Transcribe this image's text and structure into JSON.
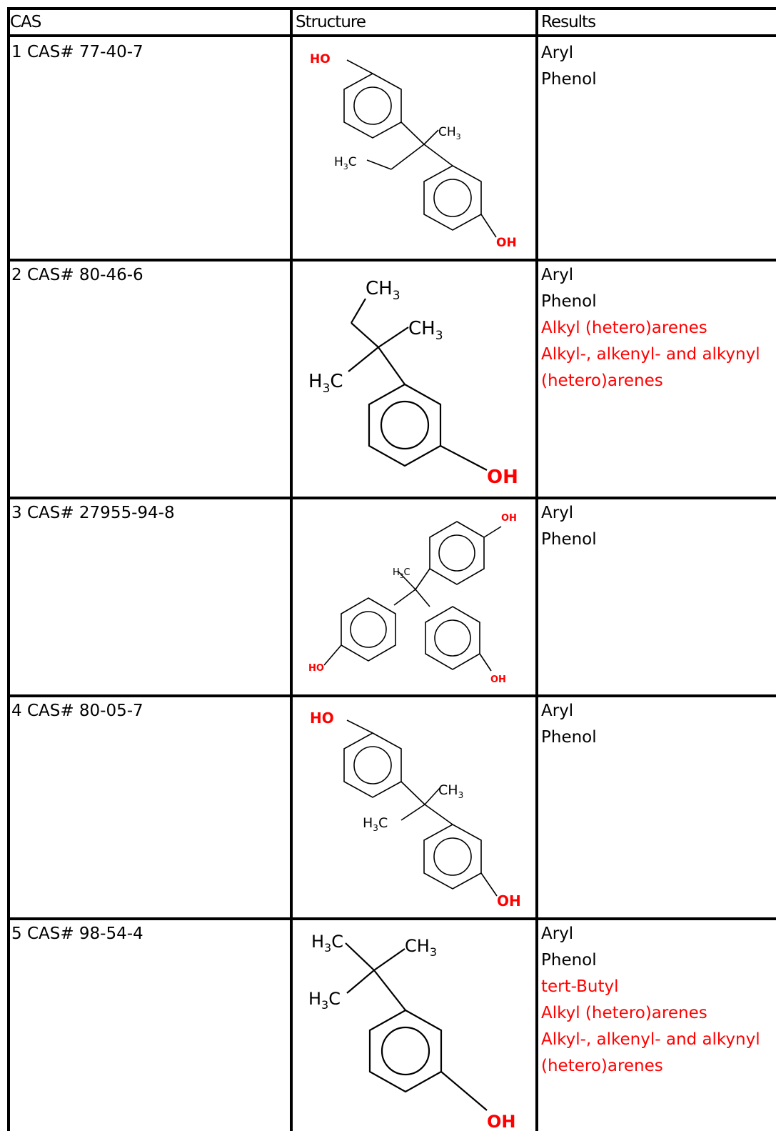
{
  "table": {
    "headers": {
      "cas": "CAS",
      "structure": "Structure",
      "results": "Results"
    },
    "rows": [
      {
        "cas": "1 CAS# 77-40-7",
        "results": [
          {
            "text": "Aryl",
            "flagged": false
          },
          {
            "text": "Phenol",
            "flagged": false
          }
        ]
      },
      {
        "cas": "2 CAS# 80-46-6",
        "results": [
          {
            "text": "Aryl",
            "flagged": false
          },
          {
            "text": "Phenol",
            "flagged": false
          },
          {
            "text": "Alkyl (hetero)arenes",
            "flagged": true
          },
          {
            "text": "Alkyl-, alkenyl- and alkynyl",
            "flagged": true
          },
          {
            "text": "(hetero)arenes",
            "flagged": true
          }
        ]
      },
      {
        "cas": "3 CAS# 27955-94-8",
        "results": [
          {
            "text": "Aryl",
            "flagged": false
          },
          {
            "text": "Phenol",
            "flagged": false
          }
        ]
      },
      {
        "cas": "4 CAS# 80-05-7",
        "results": [
          {
            "text": "Aryl",
            "flagged": false
          },
          {
            "text": "Phenol",
            "flagged": false
          }
        ]
      },
      {
        "cas": "5 CAS# 98-54-4",
        "results": [
          {
            "text": "Aryl",
            "flagged": false
          },
          {
            "text": "Phenol",
            "flagged": false
          },
          {
            "text": "tert-Butyl",
            "flagged": true
          },
          {
            "text": "Alkyl (hetero)arenes",
            "flagged": true
          },
          {
            "text": "Alkyl-, alkenyl- and alkynyl",
            "flagged": true
          },
          {
            "text": "(hetero)arenes",
            "flagged": true
          }
        ]
      }
    ]
  },
  "structure_labels": {
    "ho": "HO",
    "oh": "OH",
    "ch": "CH",
    "h": "H",
    "c": "C",
    "three": "3"
  },
  "colors": {
    "heteroatom": "#ff0000",
    "flagged_result": "#ff0000",
    "border": "#000000"
  }
}
